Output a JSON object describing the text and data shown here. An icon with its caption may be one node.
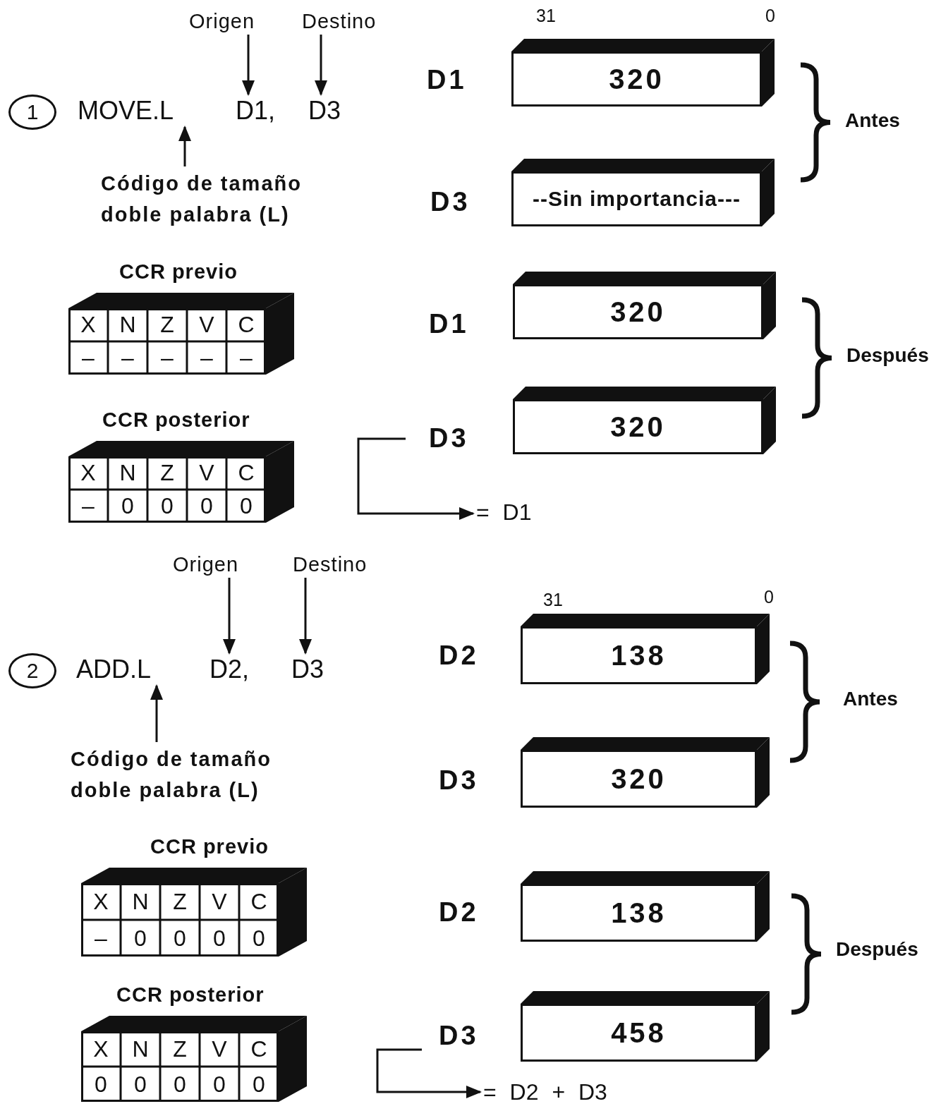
{
  "diagram": {
    "nodes": [
      {
        "text": [
          "1"
        ]
      },
      {
        "text": [
          "MOVE.L"
        ]
      },
      {
        "text": [
          "D1,"
        ]
      },
      {
        "text": [
          "D3"
        ]
      },
      {
        "text": [
          "Origen"
        ]
      },
      {
        "text": [
          "Destino"
        ]
      },
      {
        "text": [
          "Código de tamaño doble palabra (L)"
        ]
      },
      {
        "text": [
          "320"
        ],
        "beside": [
          "D1"
        ]
      },
      {
        "text": [
          "--Sin importancia---"
        ],
        "beside": [
          "D3"
        ]
      },
      {
        "text": [
          "CCR previo"
        ]
      },
      {
        "text": [
          "CCR posterior"
        ]
      },
      {
        "text": [
          "320"
        ],
        "beside": [
          "D1"
        ]
      },
      {
        "text": [
          "320"
        ],
        "beside": [
          "D3"
        ]
      },
      {
        "text": [
          "= D1"
        ]
      },
      {
        "text": [
          "2"
        ]
      },
      {
        "text": [
          "ADD.L"
        ]
      },
      {
        "text": [
          "D2,"
        ]
      },
      {
        "text": [
          "D3"
        ]
      },
      {
        "text": [
          "Origen"
        ]
      },
      {
        "text": [
          "Destino"
        ]
      },
      {
        "text": [
          "Código de tamaño doble palabra (L)"
        ]
      },
      {
        "text": [
          "138"
        ],
        "beside": [
          "D2"
        ]
      },
      {
        "text": [
          "320"
        ],
        "beside": [
          "D3"
        ]
      },
      {
        "text": [
          "CCR previo"
        ]
      },
      {
        "text": [
          "CCR posterior"
        ]
      },
      {
        "text": [
          "138"
        ],
        "beside": [
          "D2"
        ]
      },
      {
        "text": [
          "458"
        ],
        "beside": [
          "D3"
        ]
      },
      {
        "text": [
          "= D2 + D3"
        ]
      }
    ],
    "edges": [
      {
        "from": 4,
        "to": 2,
        "arrow": "to"
      },
      {
        "from": 5,
        "to": 3,
        "arrow": "to"
      },
      {
        "from": 6,
        "to": 1,
        "arrow": "to"
      },
      {
        "from": null,
        "to": 13,
        "arrow": "to"
      },
      {
        "from": 18,
        "to": 16,
        "arrow": "to"
      },
      {
        "from": 19,
        "to": 17,
        "arrow": "to"
      },
      {
        "from": 20,
        "to": 15,
        "arrow": "to"
      },
      {
        "from": null,
        "to": 27,
        "arrow": "to"
      }
    ],
    "labels": [
      "31",
      "0",
      "Antes",
      "X",
      "N",
      "Z",
      "V",
      "C",
      "–",
      "–",
      "–",
      "–",
      "–",
      "Después",
      "X",
      "N",
      "Z",
      "V",
      "C",
      "–",
      "0",
      "0",
      "0",
      "0",
      "31",
      "0",
      "Antes",
      "X",
      "N",
      "Z",
      "V",
      "C",
      "–",
      "0",
      "0",
      "0",
      "0",
      "Después",
      "X",
      "N",
      "Z",
      "V",
      "C",
      "0",
      "0",
      "0",
      "0",
      "0"
    ]
  }
}
